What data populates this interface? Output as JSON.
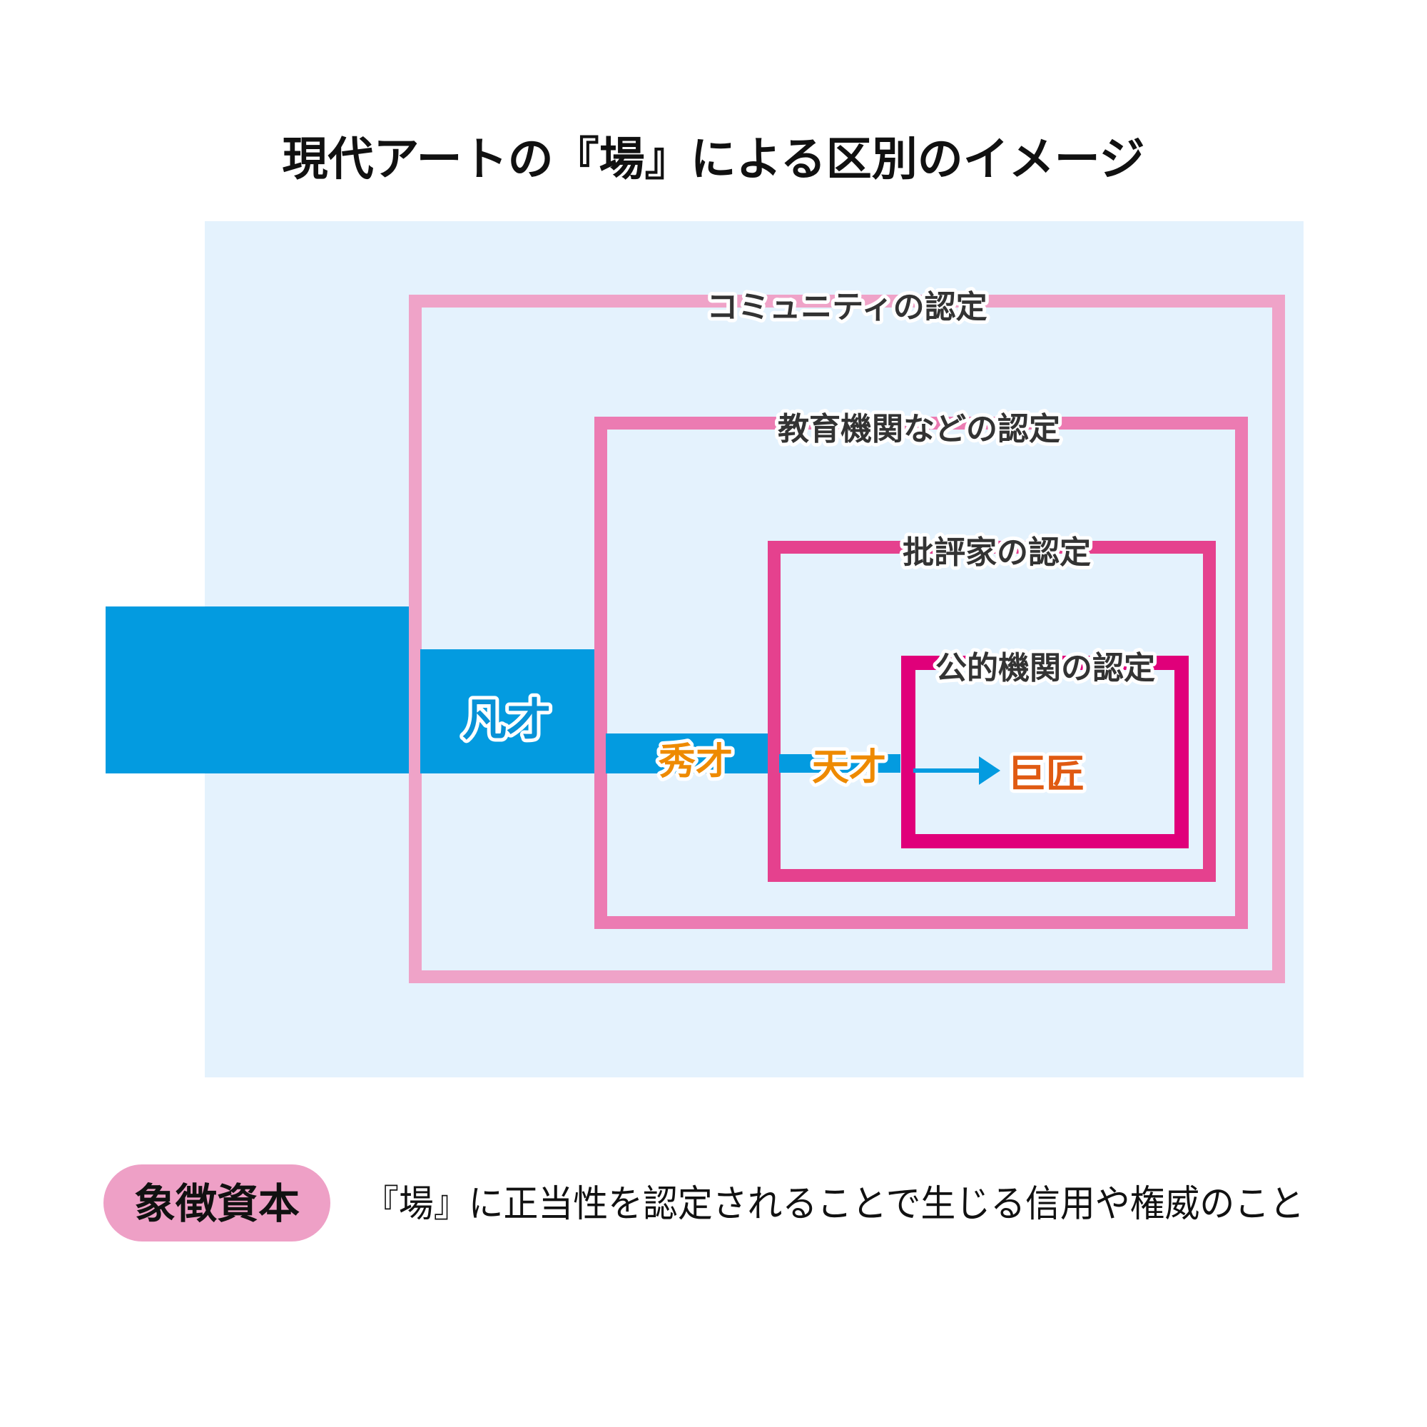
{
  "title": "現代アートの『場』による区別のイメージ",
  "colors": {
    "background_panel": "#e4f2fd",
    "community_frame": "#efa3c8",
    "education_frame": "#ec7bb2",
    "critic_frame": "#e5418e",
    "public_frame": "#e0007a",
    "flow_blue": "#039be0",
    "genius_orange": "#ee8a00",
    "master_red": "#e05a12",
    "term_pill": "#eea0c6"
  },
  "frames": [
    {
      "id": "community",
      "label": "コミュニティの認定"
    },
    {
      "id": "education",
      "label": "教育機関などの認定"
    },
    {
      "id": "critic",
      "label": "批評家の認定"
    },
    {
      "id": "public",
      "label": "公的機関の認定"
    }
  ],
  "tiers": [
    {
      "id": "ordinary",
      "label": "凡才"
    },
    {
      "id": "talent",
      "label": "秀才"
    },
    {
      "id": "genius",
      "label": "天才"
    },
    {
      "id": "master",
      "label": "巨匠"
    }
  ],
  "definition": {
    "term": "象徴資本",
    "text": "『場』に正当性を認定されることで生じる信用や権威のこと"
  }
}
